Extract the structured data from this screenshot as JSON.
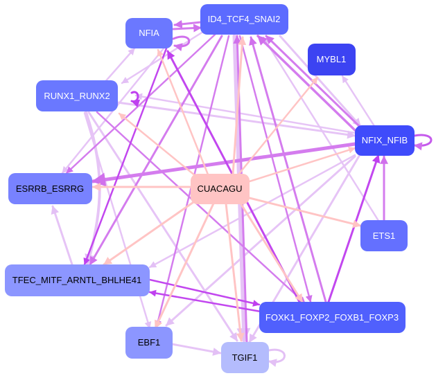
{
  "nodes": {
    "nfia": "NFIA",
    "id4": "ID4_TCF4_SNAI2",
    "mybl1": "MYBL1",
    "runx": "RUNX1_RUNX2",
    "nfix": "NFIX_NFIB",
    "esrrb": "ESRRB_ESRRG",
    "cuacagu": "CUACAGU",
    "ets1": "ETS1",
    "tfec": "TFEC_MITF_ARNTL_BHLHE41",
    "foxk": "FOXK1_FOXP2_FOXB1_FOXP3",
    "ebf1": "EBF1",
    "tgif1": "TGIF1"
  },
  "colors": {
    "background": "#ffffff",
    "regulator_edges": "#ffc4c4",
    "tf_edges_strong": "#bf40ef",
    "tf_edges_medium": "#d070ec",
    "tf_edges_light": "#e6c2f6",
    "node_center": "#ffc4c4"
  }
}
